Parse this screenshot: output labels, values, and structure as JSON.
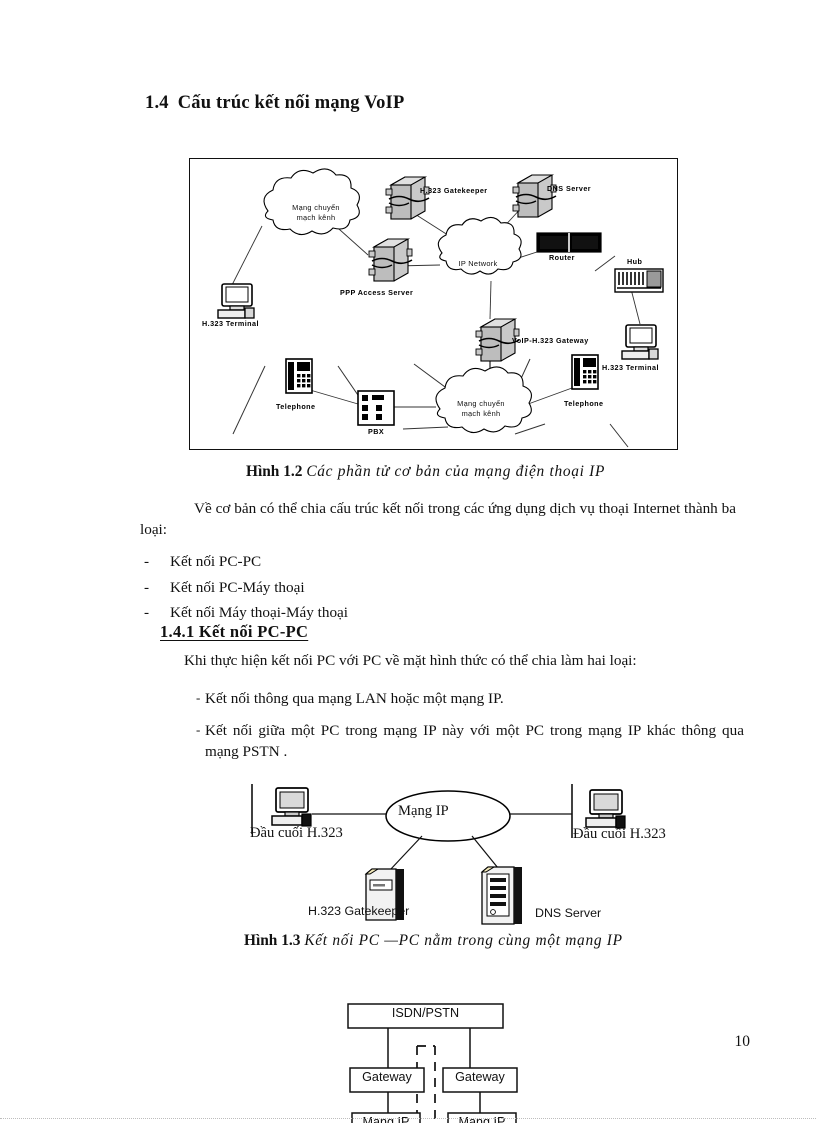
{
  "document": {
    "page_number": "10",
    "section_heading": {
      "number": "1.4",
      "title": "Cấu trúc kết nối mạng VoIP"
    },
    "subsection_heading": "1.4.1 Kết nối PC-PC",
    "intro_paragraph": "Về cơ bản có thể chia cấu trúc kết nối trong các ứng dụng dịch vụ thoại Internet thành ba loại:",
    "connection_types": [
      "Kết nối PC-PC",
      "Kết nối PC-Máy thoại",
      "Kết nối Máy thoại-Máy thoại"
    ],
    "pcpc_paragraph": "Khi thực hiện kết nối PC với PC về mặt hình thức có thể chia làm hai loại:",
    "pcpc_items": [
      "Kết nối thông qua mạng LAN  hoặc một mạng IP.",
      "Kết nối giữa một PC trong mạng IP này với một PC trong mạng IP khác thông qua mạng PSTN ."
    ]
  },
  "figure_1_2": {
    "caption_label": "Hình 1.2",
    "caption_text": "Các phần tử cơ bản của mạng điện thoại IP",
    "nodes": {
      "cloud_pstn_top": "Mạng chuyển\nmạch kênh",
      "cloud_pstn_top_line1": "Mạng chuyển",
      "cloud_pstn_top_line2": "mạch kênh",
      "cloud_ip": "IP Network",
      "cloud_pstn_bottom_line1": "Mạng chuyển",
      "cloud_pstn_bottom_line2": "mạch kênh",
      "gatekeeper": "H.323 Gatekeeper",
      "dns_server": "DNS Server",
      "ppp_access_server": "PPP Access  Server",
      "router": "Router",
      "hub": "Hub",
      "terminal_left": "H.323 Terminal",
      "terminal_right": "H.323 Terminal",
      "voip_gateway": "VoIP-H.323 Gateway",
      "telephone_left": "Telephone",
      "telephone_right": "Telephone",
      "pbx": "PBX"
    }
  },
  "figure_1_3": {
    "caption_label": "Hình 1.3",
    "caption_text": "Kết nối PC —PC  nằm trong cùng một mạng IP",
    "nodes": {
      "network": "Mạng IP",
      "terminal_left": "Đầu cuối H.323",
      "terminal_right": "Đầu cuối H.323",
      "gatekeeper": "H.323 Gatekeeper",
      "dns_server": "DNS Server"
    }
  },
  "figure_1_4_partial": {
    "nodes": {
      "isdn_pstn": "ISDN/PSTN",
      "gateway_left": "Gateway",
      "gateway_right": "Gateway",
      "ipnet_left": "Mạng IP",
      "ipnet_right": "Mạng IP"
    }
  }
}
